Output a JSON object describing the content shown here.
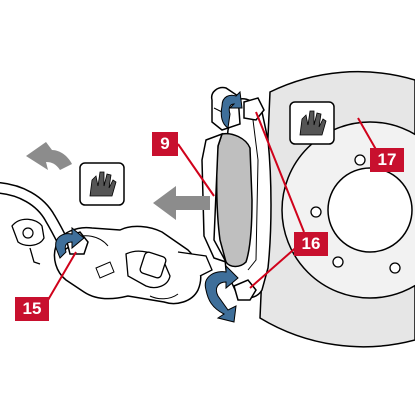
{
  "callouts": {
    "label_9": "9",
    "label_15": "15",
    "label_16": "16",
    "label_17": "17"
  },
  "icons": {
    "glove_icon": "gloved-hand-icon",
    "arrow_icon": "direction-arrow-icon",
    "rotation_icon": "rotation-arrow-icon"
  },
  "colors": {
    "callout_red": "#c8102e",
    "leader_red": "#d0021b",
    "line_black": "#000000",
    "arrow_gray": "#8c8c8c",
    "disc_gray": "#e6e6e6",
    "hub_gray": "#f2f2f2",
    "pad_gray": "#bfbfbf",
    "rotation_blue": "#3f6f9a"
  }
}
